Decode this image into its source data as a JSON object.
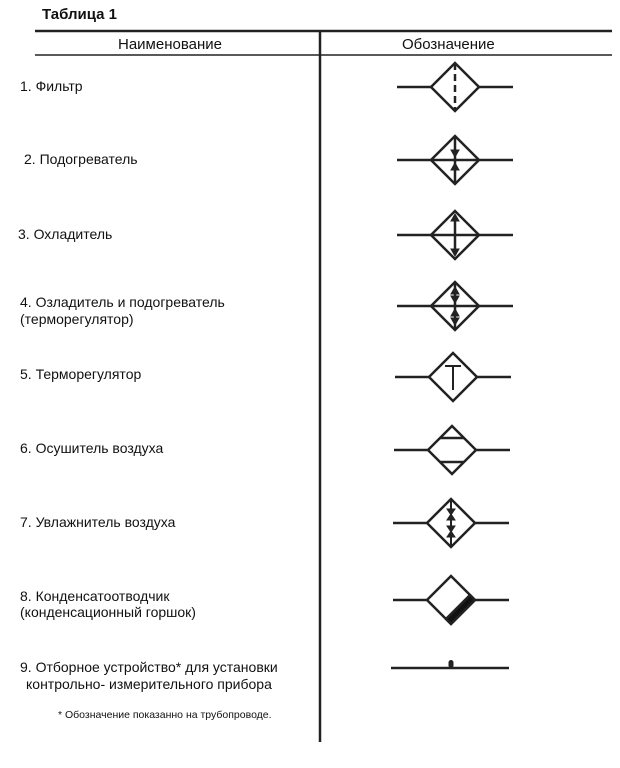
{
  "title": "Таблица 1",
  "headers": {
    "name": "Наименование",
    "symbol": "Обозначение"
  },
  "rows": [
    {
      "line1": "1.  Фильтр",
      "line2": "",
      "symbol": "filter"
    },
    {
      "line1": "2.  Подогреватель",
      "line2": "",
      "symbol": "heater"
    },
    {
      "line1": "3.  Охладитель",
      "line2": "",
      "symbol": "cooler"
    },
    {
      "line1": "4. Озладитель и подогреватель",
      "line2": "(терморегулятор)",
      "symbol": "cooler-heater"
    },
    {
      "line1": "5. Терморегулятор",
      "line2": "",
      "symbol": "thermoregulator"
    },
    {
      "line1": "6. Осушитель воздуха",
      "line2": "",
      "symbol": "air-dryer"
    },
    {
      "line1": "7. Увлажнитель воздуха",
      "line2": "",
      "symbol": "air-humidifier"
    },
    {
      "line1": "8. Конденсатоотводчик",
      "line2": "(конденсационный горшок)",
      "symbol": "condensate-trap"
    },
    {
      "line1": "9. Отборное устройство* для установки",
      "line2": "контрольно- измерительного прибора",
      "symbol": "sampling-device"
    }
  ],
  "footnote": "* Обозначение показанно на трубопроводе."
}
